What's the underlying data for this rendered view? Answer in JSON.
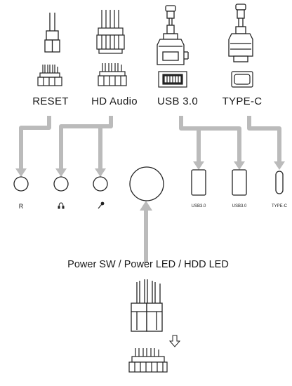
{
  "connectors": {
    "reset": "RESET",
    "hd_audio": "HD Audio",
    "usb3": "USB 3.0",
    "type_c": "TYPE-C"
  },
  "ports": {
    "reset_r": "R",
    "usb_left": "USB3.0",
    "usb_right": "USB3.0",
    "type_c": "TYPE-C"
  },
  "power_label": "Power SW / Power LED / HDD LED",
  "icons": [
    "headphone-icon",
    "microphone-icon",
    "down-arrow-icon"
  ],
  "colors": {
    "arrow": "#bbbbbb",
    "line": "#222222"
  }
}
